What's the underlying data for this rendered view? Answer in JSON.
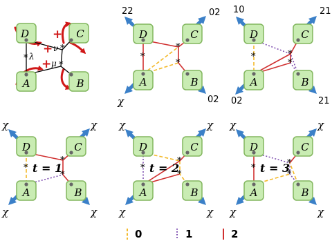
{
  "colors": {
    "node_fill": "#c9ecb3",
    "node_stroke": "#82b65e",
    "edge_0": "#f3b92a",
    "edge_1": "#7f4fb0",
    "edge_2": "#d03030",
    "crossing": "#d01818",
    "chi_arrow": "#3b80c8",
    "text": "#000000"
  },
  "nodes": [
    "D",
    "C",
    "A",
    "B"
  ],
  "symbols": {
    "plus": "+",
    "lambda": "λ",
    "mu": "μ",
    "nu": "ν",
    "star": "*",
    "chi": "χ"
  },
  "panel_labels": {
    "p2": {
      "d": "22",
      "c": "02",
      "b": "02"
    },
    "p3": {
      "d": "10",
      "c": "21",
      "a": "02",
      "b": "21"
    }
  },
  "time_labels": [
    "t = 1",
    "t = 2",
    "t = 3"
  ],
  "legend": [
    {
      "value": "0",
      "style": "dashed",
      "color_key": "edge_0"
    },
    {
      "value": "1",
      "style": "dotted",
      "color_key": "edge_1"
    },
    {
      "value": "2",
      "style": "solid",
      "color_key": "edge_2"
    }
  ]
}
